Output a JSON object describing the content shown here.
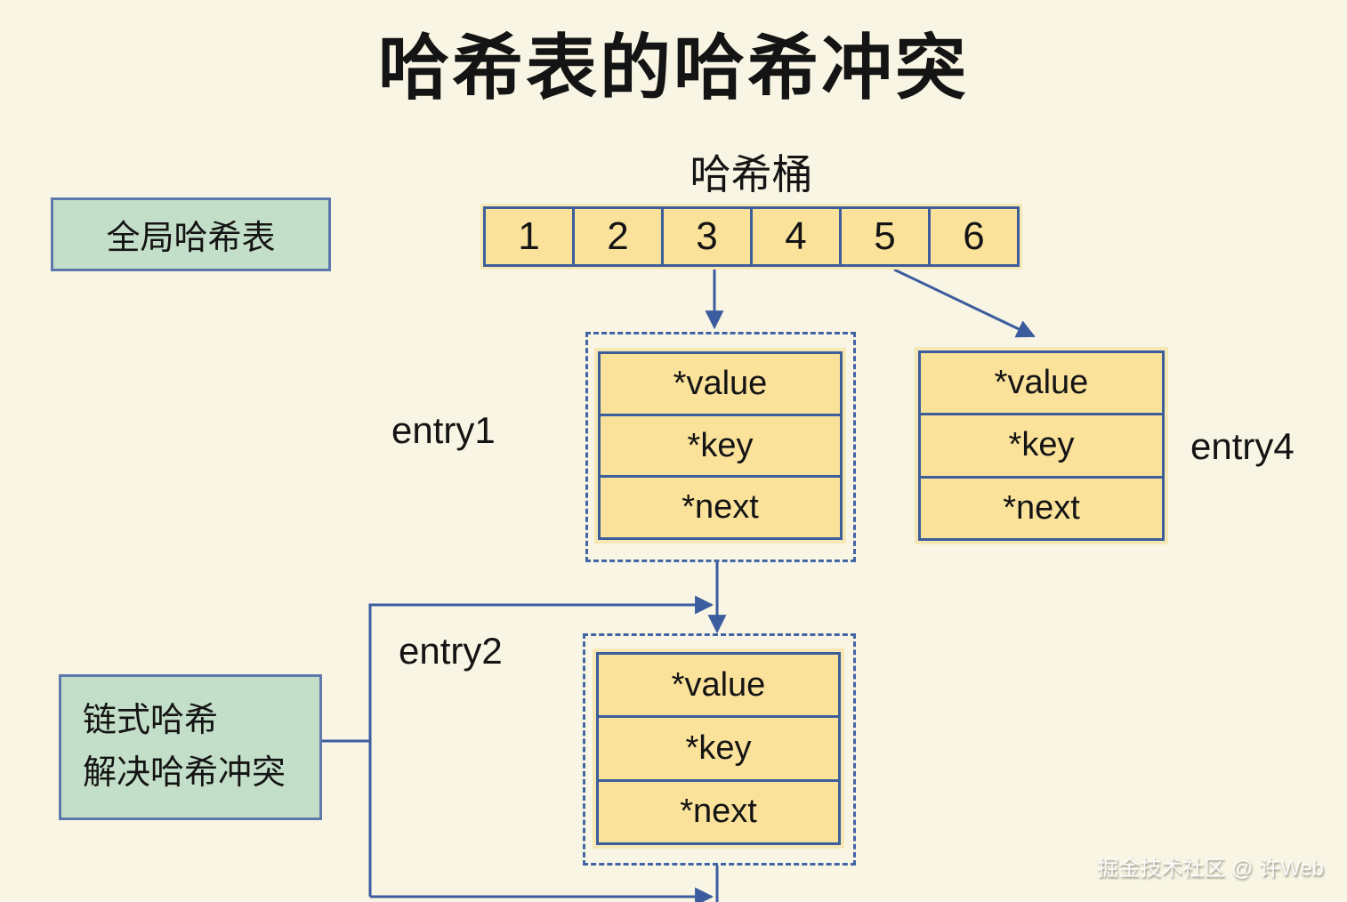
{
  "title": "哈希表的哈希冲突",
  "bucket": {
    "label": "哈希桶",
    "cells": [
      "1",
      "2",
      "3",
      "4",
      "5",
      "6"
    ]
  },
  "labels": {
    "global_hash_table": "全局哈希表",
    "chained_hash_line1": "链式哈希",
    "chained_hash_line2": "解决哈希冲突"
  },
  "entries": [
    {
      "label": "entry1",
      "fields": [
        "*value",
        "*key",
        "*next"
      ]
    },
    {
      "label": "entry2",
      "fields": [
        "*value",
        "*key",
        "*next"
      ]
    },
    {
      "label": "entry4",
      "fields": [
        "*value",
        "*key",
        "*next"
      ]
    }
  ],
  "watermark": "掘金技术社区 @ 许Web",
  "colors": {
    "background": "#F8F5E4",
    "node_fill": "#FAE29B",
    "node_halo": "#F6E8B5",
    "green_fill": "#C4DFC9",
    "line_blue": "#3B5C9E",
    "text": "#141414"
  }
}
